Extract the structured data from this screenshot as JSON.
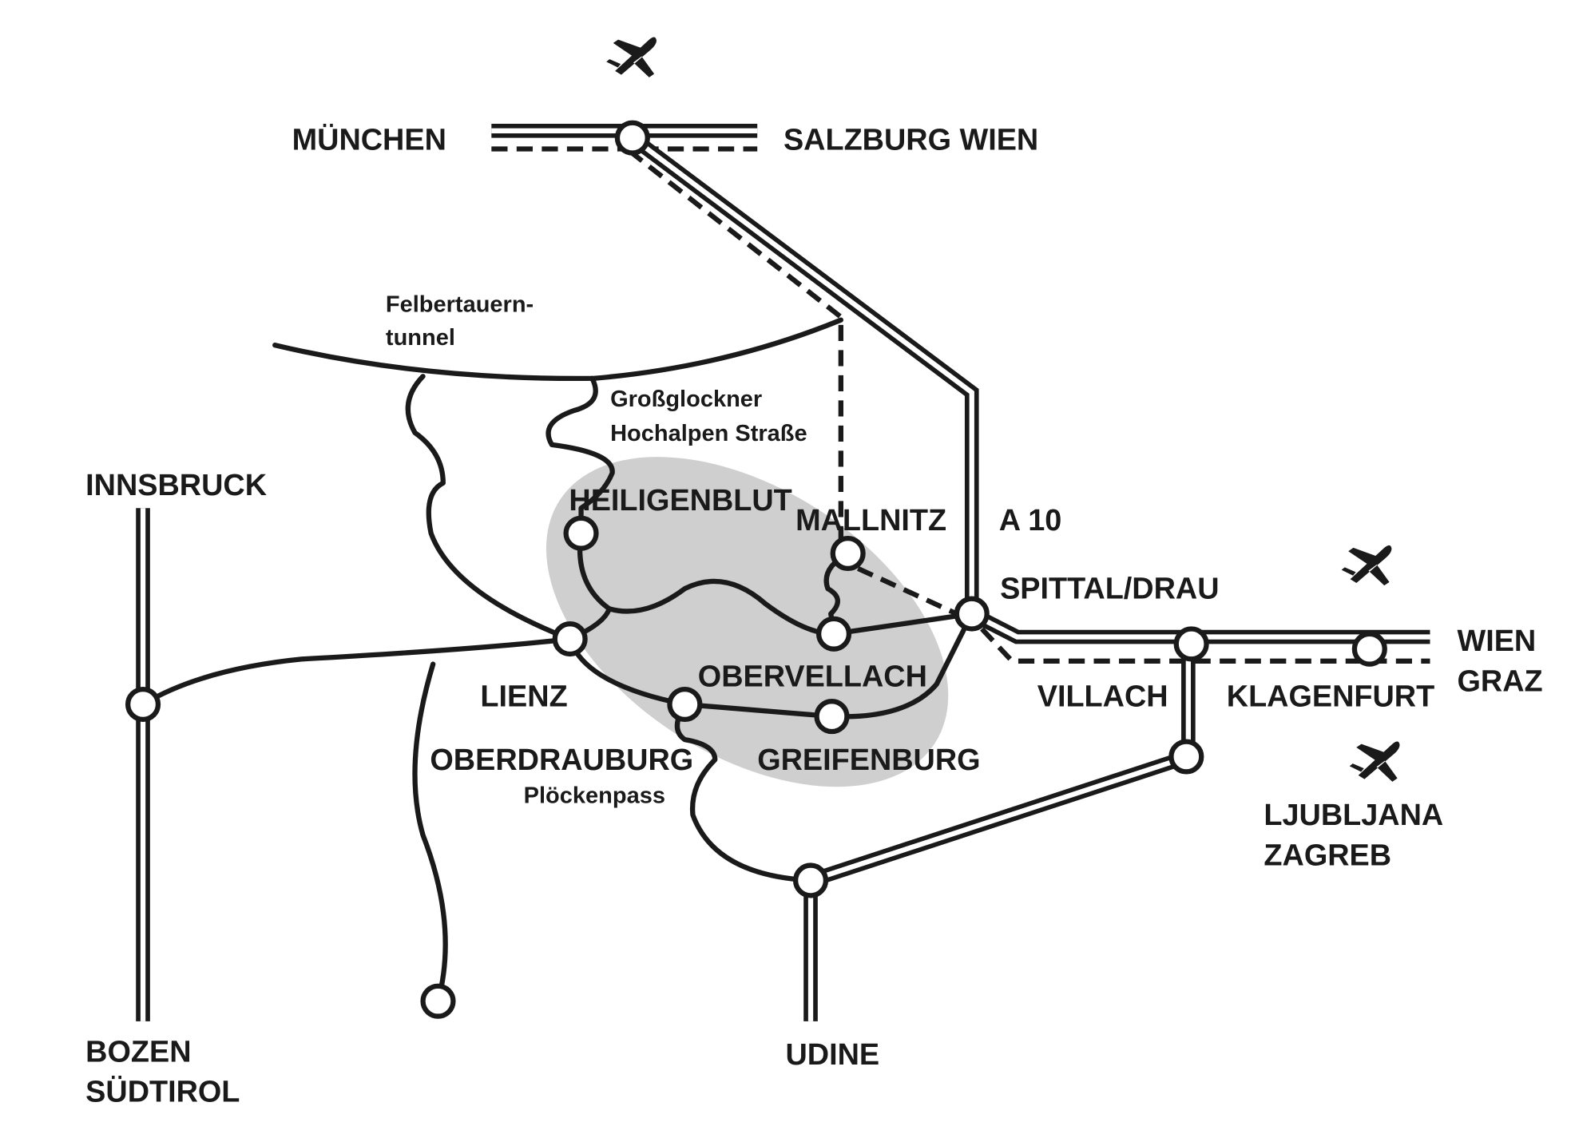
{
  "title": "Anreise Nationalpark Hohe Tauern Kärnten",
  "colors": {
    "ink": "#1a1a1a",
    "region": "#cfcfcf",
    "background": "#ffffff"
  },
  "labels": {
    "muenchen": "MÜNCHEN",
    "salzburg_wien": "SALZBURG WIEN",
    "felbertauern_1": "Felbertauern-",
    "felbertauern_2": "tunnel",
    "grossglockner_1": "Großglockner",
    "grossglockner_2": "Hochalpen Straße",
    "innsbruck": "INNSBRUCK",
    "heiligenblut": "HEILIGENBLUT",
    "mallnitz": "MALLNITZ",
    "a10": "A 10",
    "spittal": "SPITTAL/DRAU",
    "obervellach": "OBERVELLACH",
    "lienz": "LIENZ",
    "villach": "VILLACH",
    "klagenfurt": "KLAGENFURT",
    "wien": "WIEN",
    "graz": "GRAZ",
    "oberdrauburg": "OBERDRAUBURG",
    "greifenburg": "GREIFENBURG",
    "ploeckenpass": "Plöckenpass",
    "ljubljana": "LJUBLJANA",
    "zagreb": "ZAGREB",
    "bozen": "BOZEN",
    "suedtirol": "SÜDTIROL",
    "udine": "UDINE"
  },
  "icons": [
    "airplane-icon-salzburg",
    "airplane-icon-klagenfurt",
    "airplane-icon-ljubljana"
  ]
}
